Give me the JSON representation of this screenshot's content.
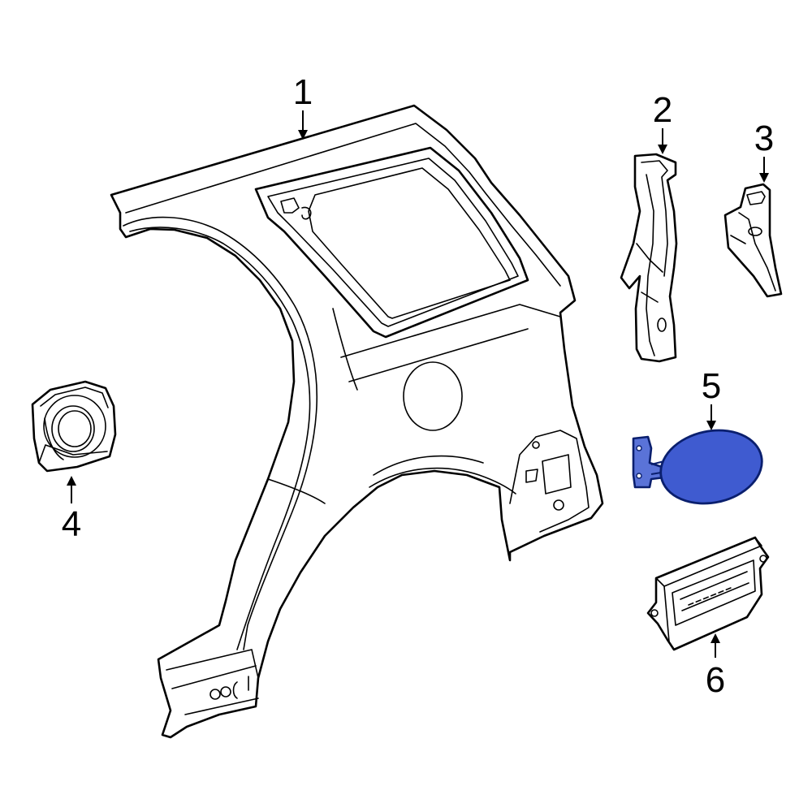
{
  "callouts": {
    "c1": "1",
    "c2": "2",
    "c3": "3",
    "c4": "4",
    "c5": "5",
    "c6": "6"
  },
  "colors": {
    "line": "#000000",
    "background": "#ffffff",
    "highlight_fill": "#3f5bd0",
    "highlight_stroke": "#0a1f6e"
  },
  "highlighted_part": "5"
}
